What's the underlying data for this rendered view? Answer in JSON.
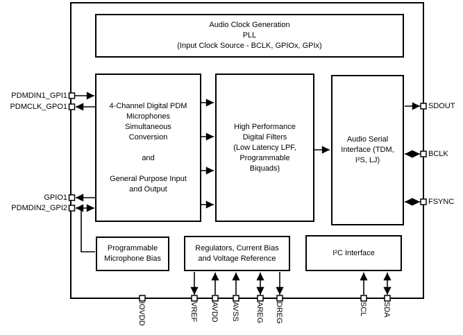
{
  "blocks": {
    "clock": {
      "text": "Audio Clock Generation\nPLL\n(Input Clock Source - BCLK, GPIOx, GPIx)"
    },
    "pdm": {
      "text": "4-Channel Digital PDM\nMicrophones\nSimultaneous\nConversion\n\nand\n\nGeneral Purpose Input\nand Output"
    },
    "filters": {
      "text": "High Performance\nDigital Filters\n(Low Latency LPF,\nProgrammable\nBiquads)"
    },
    "asi": {
      "text": "Audio Serial\nInterface (TDM,\nI²S, LJ)"
    },
    "micbias": {
      "text": "Programmable\nMicrophone Bias"
    },
    "regulators": {
      "text": "Regulators, Current Bias\nand Voltage Reference"
    },
    "i2c": {
      "text": "I²C Interface"
    }
  },
  "pins": {
    "left": [
      {
        "label": "PDMDIN1_GPI1",
        "direction": "input"
      },
      {
        "label": "PDMCLK_GPO1",
        "direction": "output"
      },
      {
        "label": "GPIO1",
        "direction": "output"
      },
      {
        "label": "PDMDIN2_GPI2",
        "direction": "bidirectional"
      }
    ],
    "right": [
      {
        "label": "SDOUT",
        "direction": "output"
      },
      {
        "label": "BCLK",
        "direction": "bidirectional"
      },
      {
        "label": "FSYNC",
        "direction": "bidirectional"
      }
    ],
    "bottom": [
      {
        "label": "IOVDD",
        "direction": "supply"
      },
      {
        "label": "VREF",
        "direction": "output"
      },
      {
        "label": "AVDD",
        "direction": "input"
      },
      {
        "label": "AVSS",
        "direction": "input"
      },
      {
        "label": "AREG",
        "direction": "bidirectional"
      },
      {
        "label": "DREG",
        "direction": "output"
      },
      {
        "label": "SCL",
        "direction": "input"
      },
      {
        "label": "SDA",
        "direction": "bidirectional"
      }
    ]
  },
  "colors": {
    "line": "#000000",
    "background": "#ffffff"
  }
}
